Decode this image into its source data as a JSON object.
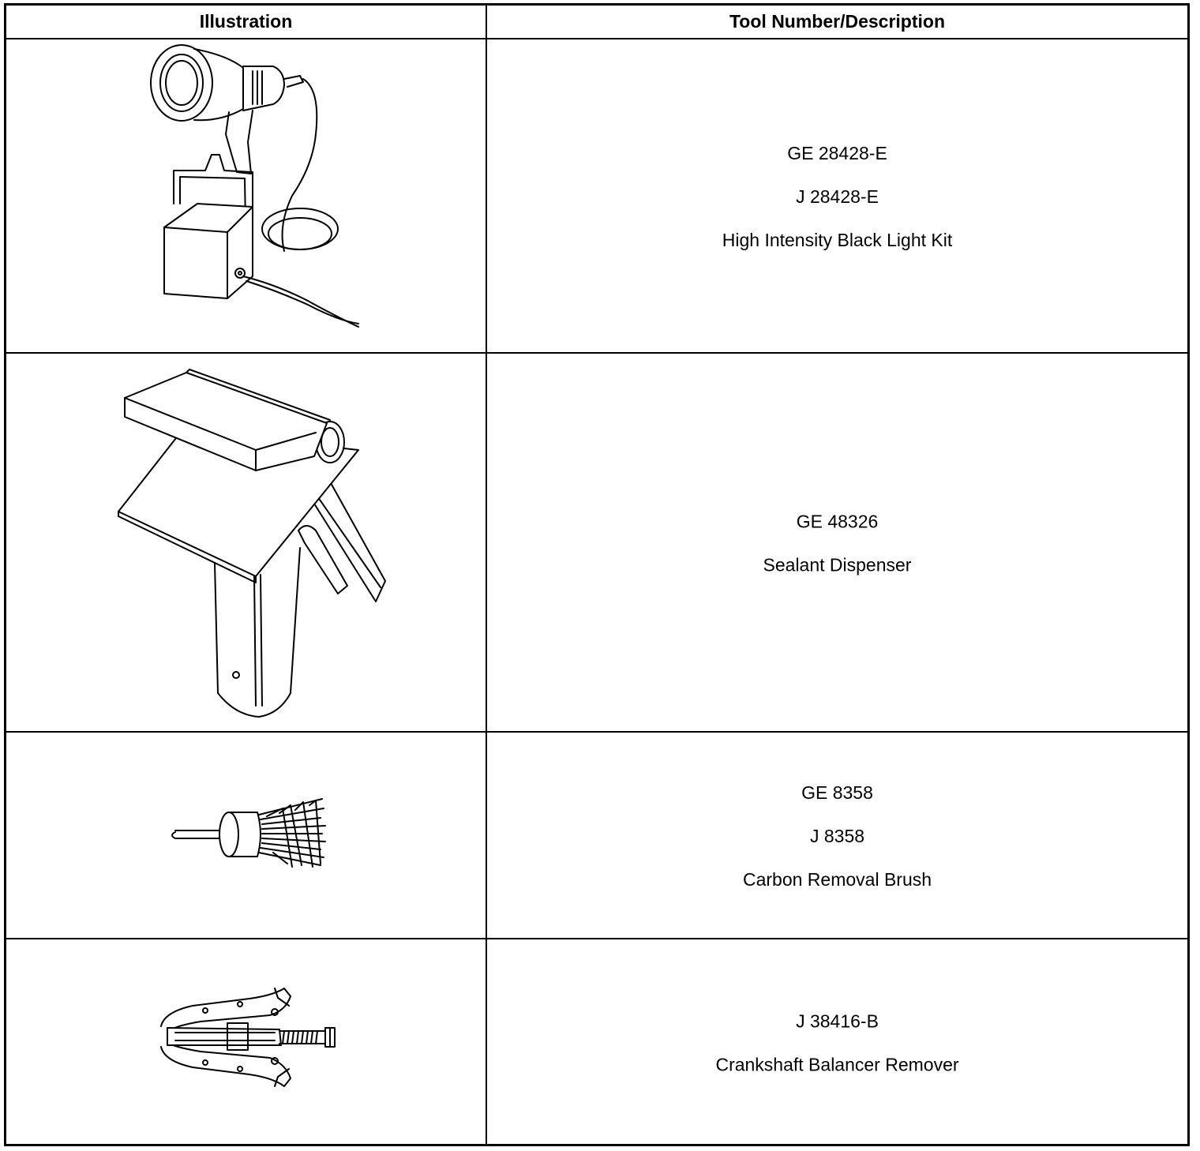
{
  "header": {
    "illustration_label": "Illustration",
    "description_label": "Tool Number/Description"
  },
  "tools": [
    {
      "lines": [
        "GE 28428-E",
        "J 28428-E",
        "High Intensity Black Light Kit"
      ]
    },
    {
      "lines": [
        "GE 48326",
        "Sealant Dispenser"
      ]
    },
    {
      "lines": [
        "GE 8358",
        "J 8358",
        "Carbon Removal Brush"
      ]
    },
    {
      "lines": [
        "J 38416-B",
        "Crankshaft Balancer Remover"
      ]
    }
  ]
}
